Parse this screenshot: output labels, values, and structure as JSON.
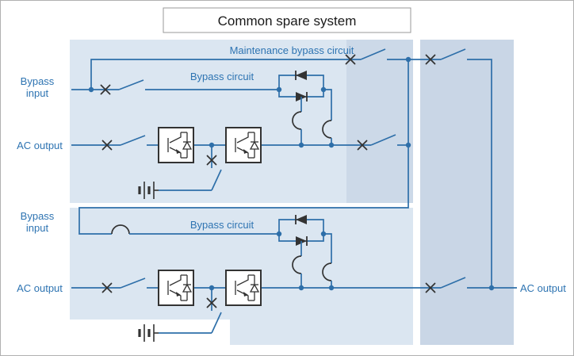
{
  "title": "Common spare system",
  "labels": {
    "maintenance_bypass_circuit": "Maintenance bypass circuit",
    "bypass_circuit_top": "Bypass circuit",
    "bypass_circuit_bottom": "Bypass circuit",
    "bypass_input_top_line1": "Bypass",
    "bypass_input_top_line2": "input",
    "bypass_input_bottom_line1": "Bypass",
    "bypass_input_bottom_line2": "input",
    "ac_output_top_left": "AC output",
    "ac_output_bottom_left": "AC output",
    "ac_output_right": "AC output"
  },
  "symbols": {
    "x_mark": "circuit-breaker-x-icon",
    "blade": "disconnect-switch-blade-icon",
    "thyristor": "thyristor-scr-icon",
    "contactor": "contactor-arc-icon",
    "battery": "battery-cells-icon",
    "converter": "igbt-converter-block-icon",
    "dot": "junction-dot"
  },
  "colors": {
    "line": "#2e6fa9",
    "label": "#2e74b2",
    "dark": "#333333",
    "panel": "#dbe6f1",
    "panel_mid": "#ccd9e8",
    "panel_right": "#c9d6e6",
    "block_fill": "#ffffff",
    "title_text": "#1a1a1a",
    "title_box_border": "#999999",
    "title_box_fill": "#ffffff",
    "frame_border": "#b0b0b0",
    "background": "#ffffff"
  }
}
